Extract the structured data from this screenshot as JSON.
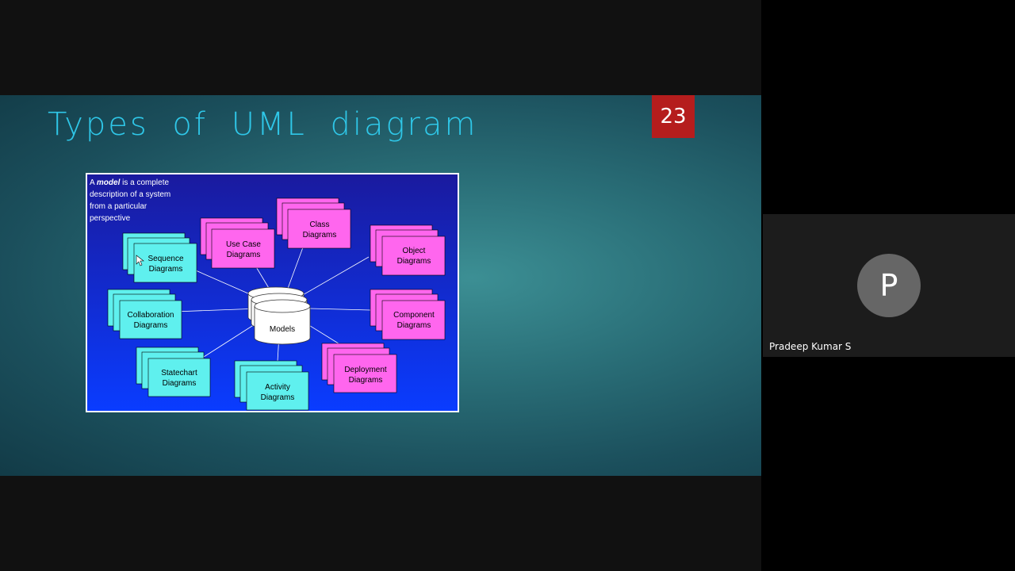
{
  "slide": {
    "title": "Types of UML diagram",
    "page_number": "23",
    "diagram": {
      "caption": [
        "A",
        "model",
        "is a complete",
        "description of a system",
        "from a particular",
        "perspective"
      ],
      "center_label": "Models",
      "nodes": [
        {
          "line1": "Sequence",
          "line2": "Diagrams",
          "color": "#5ff0ee"
        },
        {
          "line1": "Use Case",
          "line2": "Diagrams",
          "color": "#ff66ee"
        },
        {
          "line1": "Class",
          "line2": "Diagrams",
          "color": "#ff66ee"
        },
        {
          "line1": "Object",
          "line2": "Diagrams",
          "color": "#ff66ee"
        },
        {
          "line1": "Collaboration",
          "line2": "Diagrams",
          "color": "#5ff0ee"
        },
        {
          "line1": "Component",
          "line2": "Diagrams",
          "color": "#ff66ee"
        },
        {
          "line1": "Statechart",
          "line2": "Diagrams",
          "color": "#5ff0ee"
        },
        {
          "line1": "Activity",
          "line2": "Diagrams",
          "color": "#5ff0ee"
        },
        {
          "line1": "Deployment",
          "line2": "Diagrams",
          "color": "#ff66ee"
        }
      ]
    }
  },
  "participant": {
    "avatar_letter": "P",
    "name": "Pradeep Kumar S"
  },
  "colors": {
    "slide_title": "#2fc7e8",
    "badge": "#b51d1d",
    "diagram_bg_top": "#1a1a9e",
    "diagram_bg_bottom": "#0a3cff"
  }
}
